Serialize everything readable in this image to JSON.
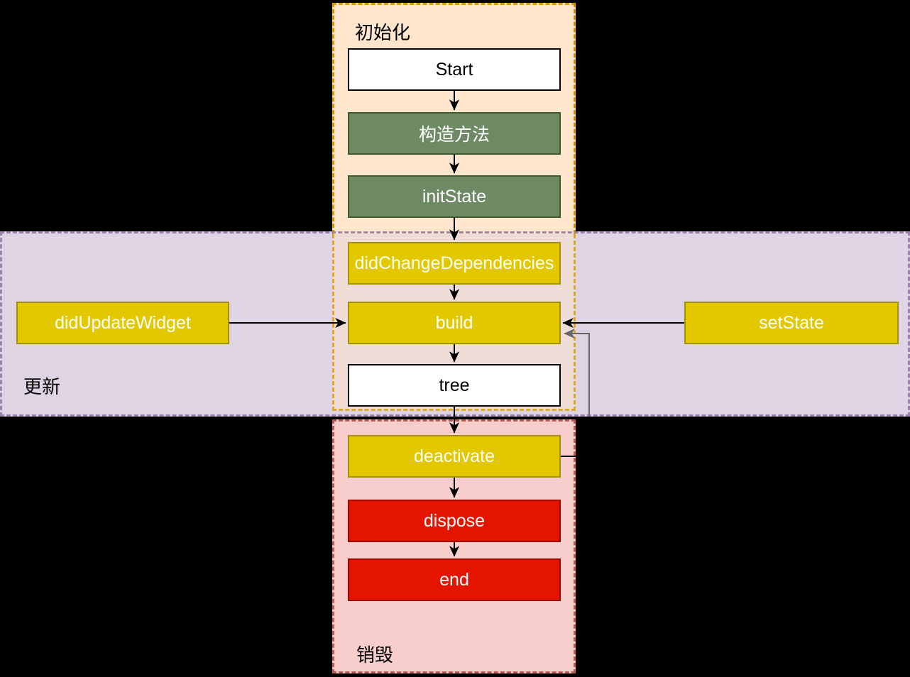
{
  "regions": {
    "init": {
      "label": "初始化",
      "fill": "#FFE6CC",
      "border": "#D79B00"
    },
    "update": {
      "label": "更新",
      "fill": "#DFD4E4",
      "border": "#9E82AE"
    },
    "destroy": {
      "label": "销毁",
      "fill": "#F8CECC",
      "border": "#BF5B55"
    }
  },
  "nodes": {
    "start": {
      "label": "Start",
      "type": "white"
    },
    "constructor": {
      "label": "构造方法",
      "type": "green"
    },
    "init_state": {
      "label": "initState",
      "type": "green"
    },
    "did_change_dependencies": {
      "label": "didChangeDependencies",
      "type": "yellow"
    },
    "build": {
      "label": "build",
      "type": "yellow"
    },
    "tree": {
      "label": "tree",
      "type": "white"
    },
    "did_update_widget": {
      "label": "didUpdateWidget",
      "type": "yellow"
    },
    "set_state": {
      "label": "setState",
      "type": "yellow"
    },
    "deactivate": {
      "label": "deactivate",
      "type": "yellow"
    },
    "dispose": {
      "label": "dispose",
      "type": "red"
    },
    "end": {
      "label": "end",
      "type": "red"
    }
  },
  "edges": [
    {
      "from": "start",
      "to": "constructor"
    },
    {
      "from": "constructor",
      "to": "init_state"
    },
    {
      "from": "init_state",
      "to": "did_change_dependencies"
    },
    {
      "from": "did_change_dependencies",
      "to": "build"
    },
    {
      "from": "build",
      "to": "tree"
    },
    {
      "from": "tree",
      "to": "deactivate"
    },
    {
      "from": "deactivate",
      "to": "dispose"
    },
    {
      "from": "dispose",
      "to": "end"
    },
    {
      "from": "did_update_widget",
      "to": "build"
    },
    {
      "from": "set_state",
      "to": "build"
    },
    {
      "from": "deactivate",
      "to": "build",
      "style": "gray-loop"
    }
  ],
  "colors": {
    "background": "#000000",
    "node_white_fill": "#FFFFFF",
    "node_green_fill": "#6E8A64",
    "node_green_border": "#405A30",
    "node_yellow_fill": "#E3C800",
    "node_yellow_border": "#A39000",
    "node_red_fill": "#E51400",
    "node_red_border": "#9E0A00",
    "edge_black": "#000000",
    "edge_gray": "#666666"
  }
}
